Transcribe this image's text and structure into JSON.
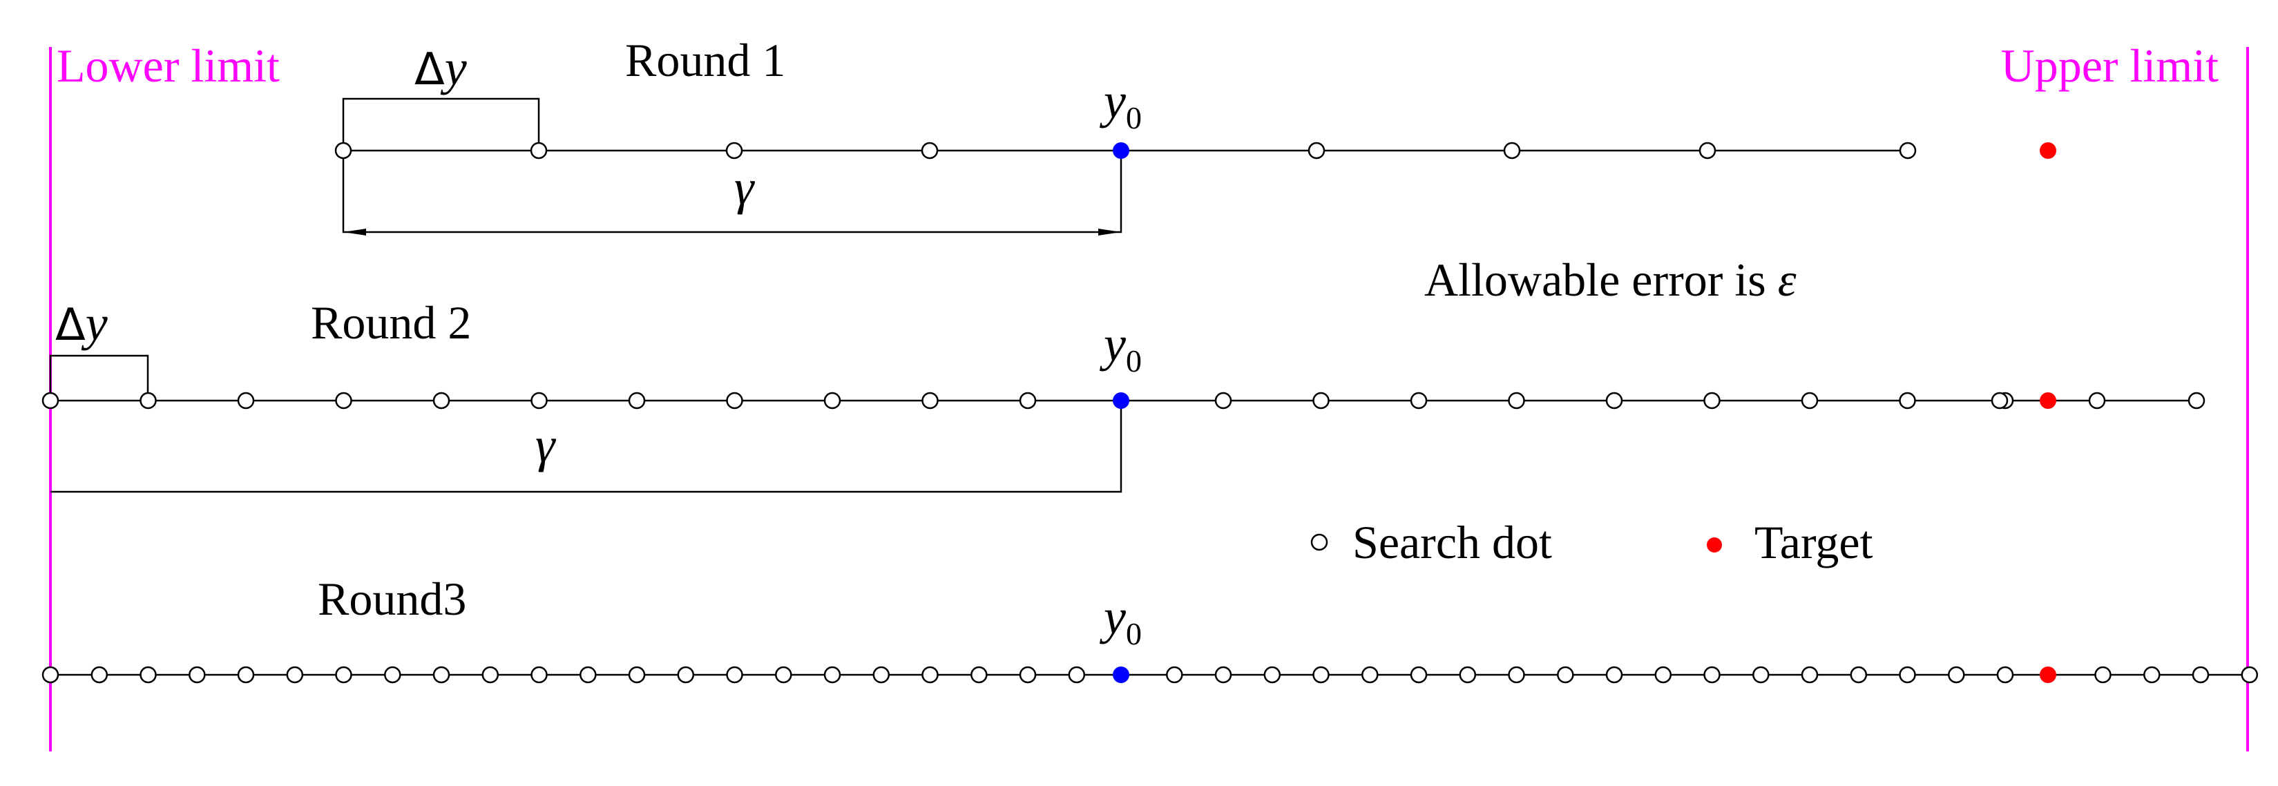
{
  "colors": {
    "limit": "#ff00ff",
    "line": "#000000",
    "start_point": "#0000ff",
    "target": "#ff0000",
    "search_dot": "#ffffff"
  },
  "limits": {
    "lower_label": "Lower limit",
    "upper_label": "Upper limit"
  },
  "symbols": {
    "delta_prefix": "Δ",
    "delta_var": "y",
    "gamma": "γ",
    "y0_base": "y",
    "y0_sub": "0"
  },
  "error_text": {
    "prefix": "Allowable error is ",
    "symbol": "ε"
  },
  "legend": {
    "search_dot_label": "Search dot",
    "target_label": "Target",
    "search_dot_icon": "hollow-circle",
    "target_icon": "filled-red-circle"
  },
  "rounds": [
    {
      "label": "Round 1",
      "search_dots": 9,
      "has_delta": true,
      "has_gamma": true
    },
    {
      "label": "Round 2",
      "search_dots": 23,
      "has_delta": true,
      "has_gamma": true
    },
    {
      "label": "Round3",
      "search_dots": 46,
      "has_delta": false,
      "has_gamma": false
    }
  ]
}
